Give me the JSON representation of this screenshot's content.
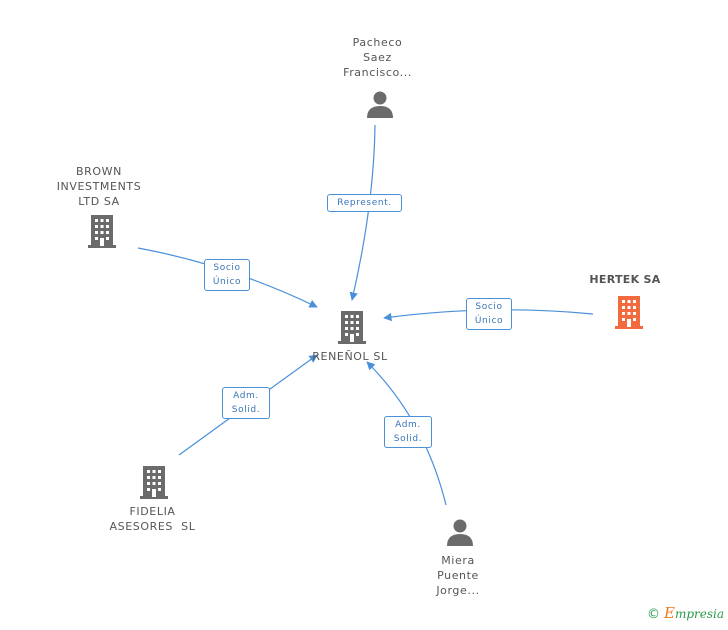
{
  "colors": {
    "edge": "#4a90d9",
    "icon_default": "#6b6b6b",
    "icon_highlight": "#f26a3e",
    "text": "#555555"
  },
  "nodes": {
    "center": {
      "lines": [
        "RENEÑOL SL"
      ],
      "icon": "building-icon"
    },
    "pacheco": {
      "lines": [
        "Pacheco",
        "Saez",
        "Francisco..."
      ],
      "icon": "person-icon"
    },
    "brown": {
      "lines": [
        "BROWN",
        "INVESTMENTS",
        "LTD SA"
      ],
      "icon": "building-icon"
    },
    "hertek": {
      "lines": [
        "HERTEK SA"
      ],
      "icon": "building-icon"
    },
    "fidelia": {
      "lines": [
        "FIDELIA",
        "ASESORES  SL"
      ],
      "icon": "building-icon"
    },
    "miera": {
      "lines": [
        "Miera",
        "Puente",
        "Jorge..."
      ],
      "icon": "person-icon"
    }
  },
  "edges": {
    "pacheco": {
      "lines": [
        "Represent."
      ]
    },
    "brown": {
      "lines": [
        "Socio",
        "Único"
      ]
    },
    "hertek": {
      "lines": [
        "Socio",
        "Único"
      ]
    },
    "fidelia": {
      "lines": [
        "Adm.",
        "Solid."
      ]
    },
    "miera": {
      "lines": [
        "Adm.",
        "Solid."
      ]
    }
  },
  "credit": {
    "symbol": "©",
    "brand_first": "E",
    "brand_rest": "mpresia"
  }
}
